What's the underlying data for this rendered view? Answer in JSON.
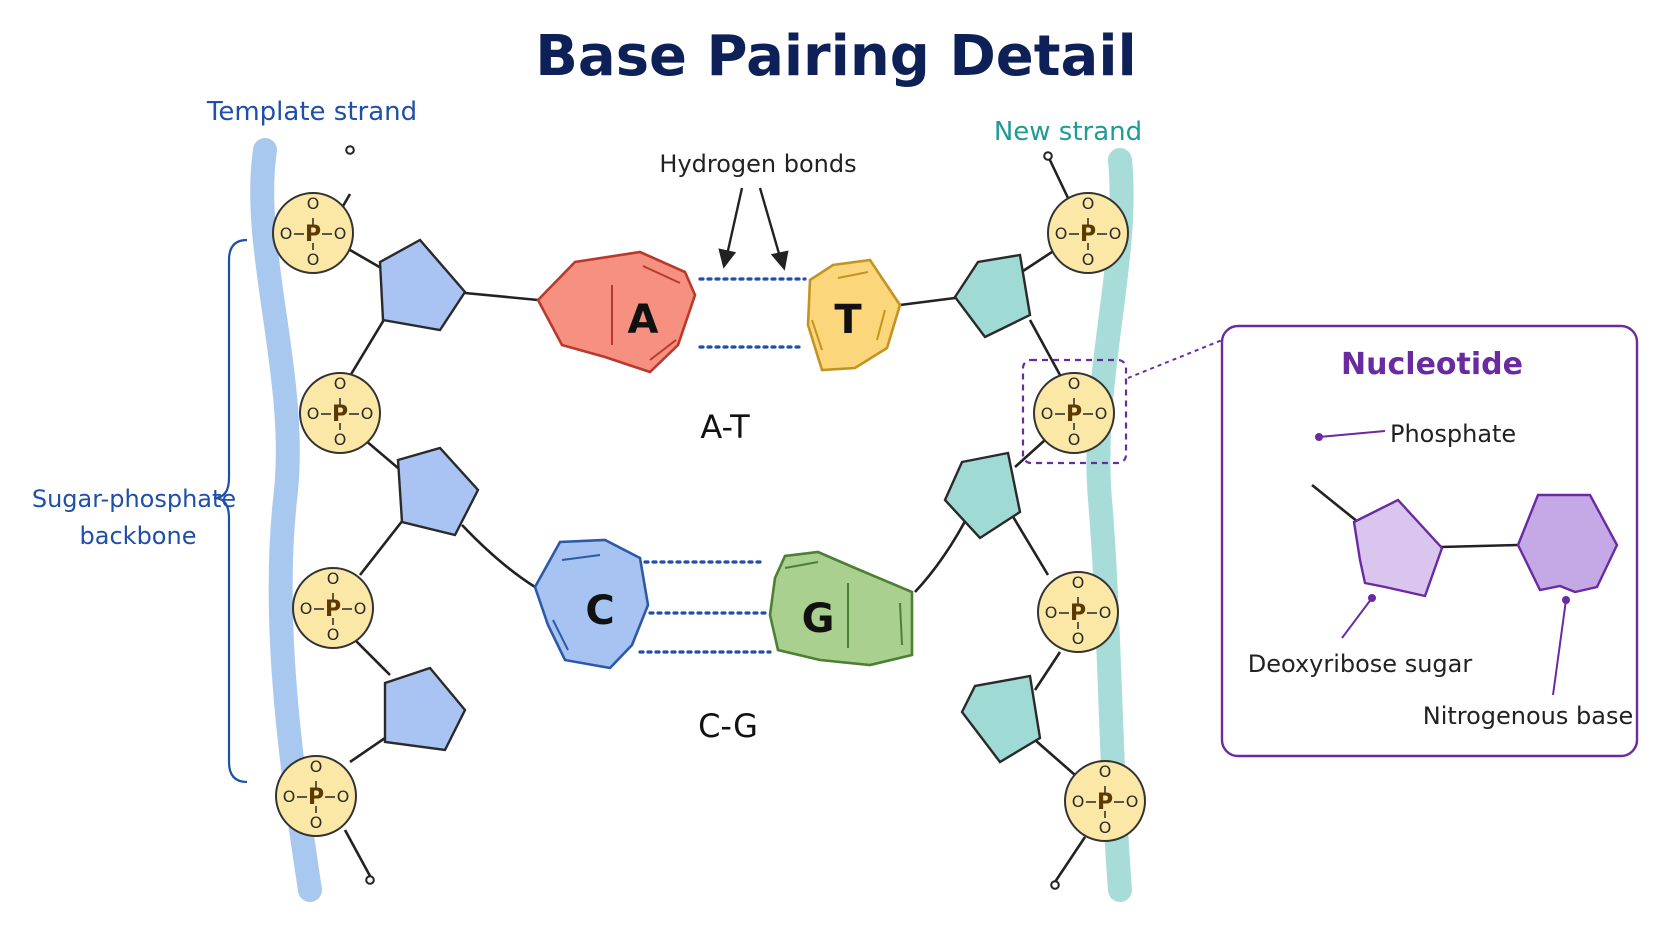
{
  "title": "Base Pairing Detail",
  "labels": {
    "template_strand": "Template strand",
    "new_strand": "New strand",
    "hydrogen_bonds": "Hydrogen bonds",
    "backbone_line1": "Sugar-phosphate",
    "backbone_line2": "backbone",
    "pair_at": "A-T",
    "pair_cg": "C-G"
  },
  "bases": {
    "a": "A",
    "t": "T",
    "c": "C",
    "g": "G"
  },
  "phosphate": {
    "center": "P",
    "oxygen": "O"
  },
  "nucleotide_box": {
    "title": "Nucleotide",
    "phosphate": "Phosphate",
    "sugar": "Deoxyribose sugar",
    "base": "Nitrogenous base"
  },
  "colors": {
    "title": "#0d2158",
    "template_strand": "#1f4fa8",
    "template_backbone": "#a9c8ef",
    "template_sugar": "#a9c4f2",
    "new_strand": "#1f9b95",
    "new_backbone": "#a8dcd9",
    "new_sugar": "#9fdad4",
    "adenine": "#f69080",
    "thymine": "#fbd67a",
    "cytosine": "#a6c3f2",
    "guanine": "#a9d08e",
    "phosphate": "#fbe8a6",
    "hbond": "#1f4fa8",
    "nucleotide": "#6a2aa0",
    "nucleotide_fill": "#d9c5ee",
    "nucleotide_base_fill": "#c5a8e6"
  }
}
